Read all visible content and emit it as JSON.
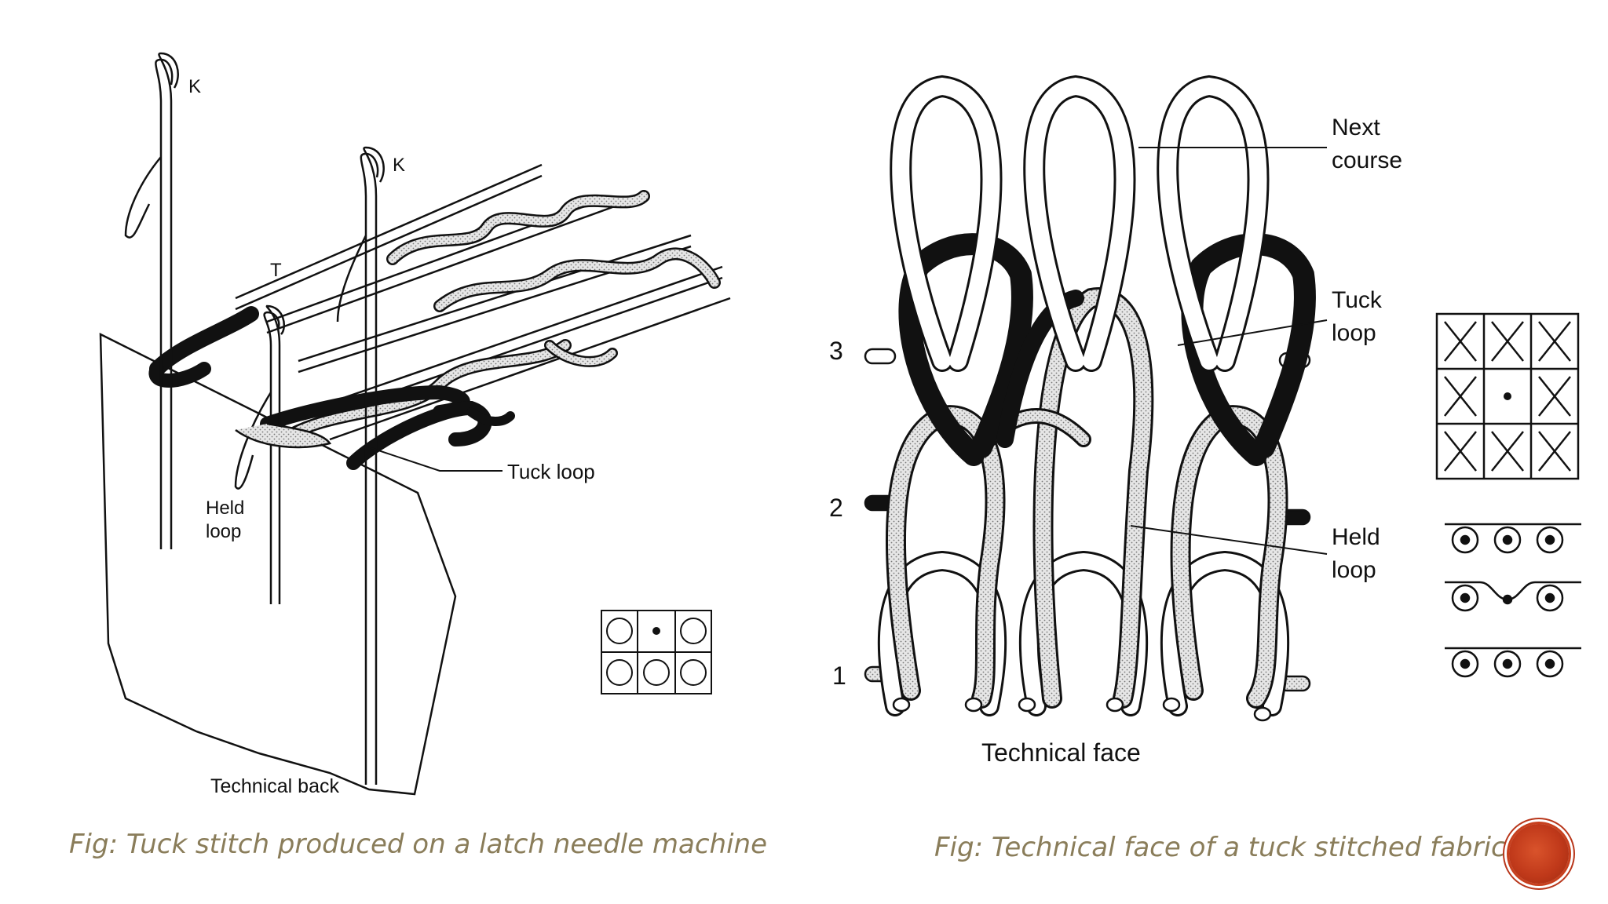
{
  "figure_left": {
    "needle_label_1": "K",
    "needle_label_2": "K",
    "tuck_yarn_label": "T",
    "tuck_loop_label": "Tuck  loop",
    "held_loop_label_1": "Held",
    "held_loop_label_2": "loop",
    "technical_back_label": "Technical back",
    "caption": "Fig: Tuck stitch produced on a latch needle machine"
  },
  "figure_right": {
    "next_course_label_1": "Next",
    "next_course_label_2": "course",
    "tuck_loop_label_1": "Tuck",
    "tuck_loop_label_2": "loop",
    "held_loop_label_1": "Held",
    "held_loop_label_2": "loop",
    "course_numbers": [
      "3",
      "2",
      "1"
    ],
    "technical_face_label": "Technical  face",
    "caption": "Fig: Technical face of a tuck stitched fabric"
  },
  "colors": {
    "caption": "#8a7d5a",
    "nav_button": "#c0391a",
    "ink": "#111111",
    "stipple": "#d0d0d0"
  },
  "icons": {
    "nav_button": "red-circle-button"
  }
}
